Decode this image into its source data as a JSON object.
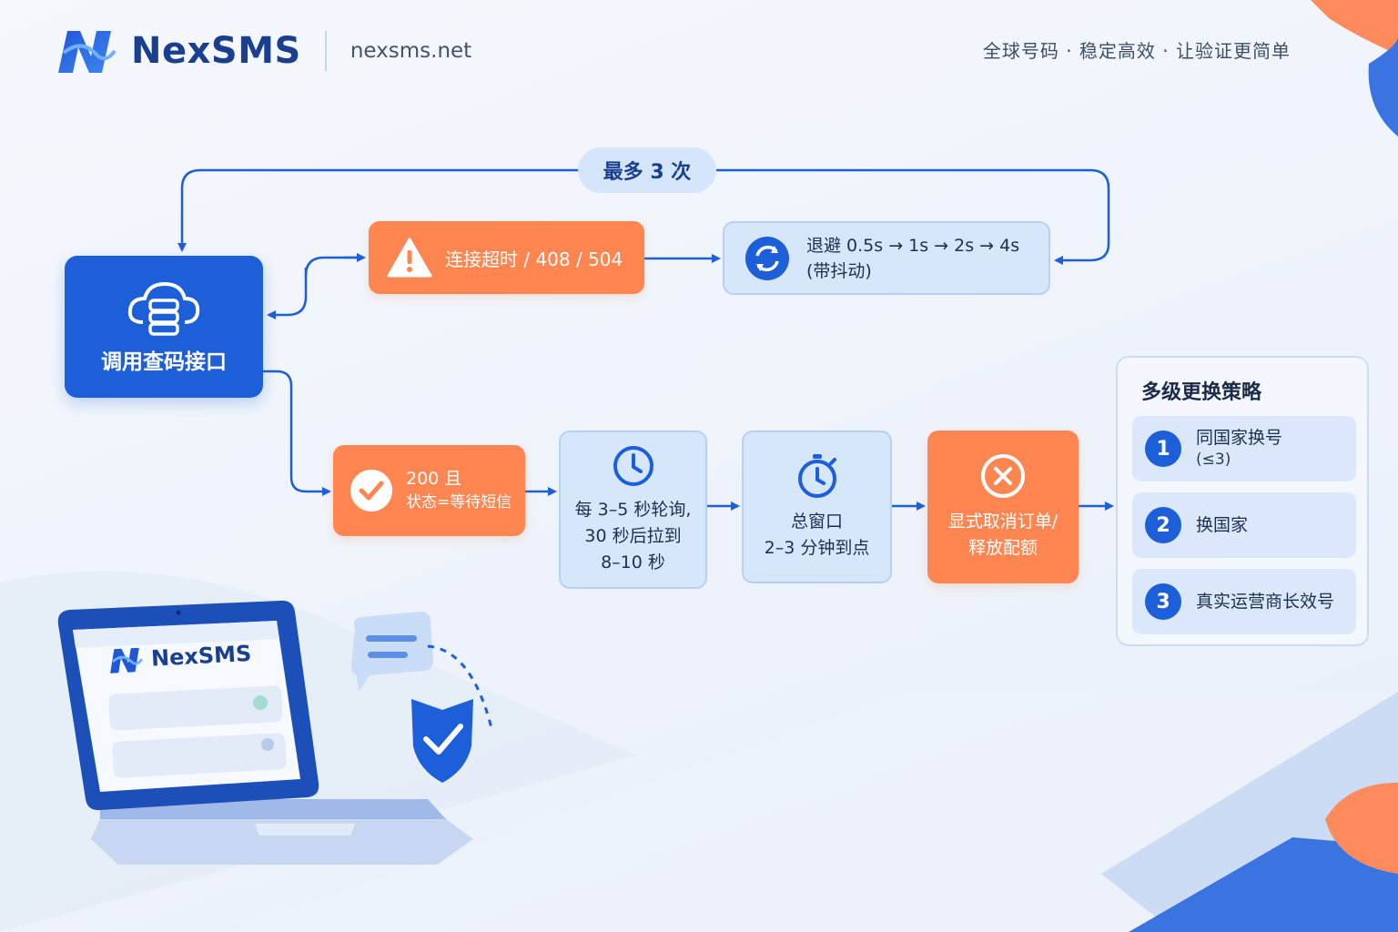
{
  "header": {
    "brand_name": "NexSMS",
    "domain": "nexsms.net",
    "slogan": "全球号码 · 稳定高效 · 让验证更简单"
  },
  "flow": {
    "retry_label": "最多 3 次",
    "api_node": "调用查码接口",
    "timeout_node": "连接超时 / 408 / 504",
    "backoff_line1": "退避 0.5s → 1s → 2s → 4s",
    "backoff_line2": "(带抖动)",
    "ok_line1": "200 且",
    "ok_line2": "状态=等待短信",
    "poll_line1": "每 3–5 秒轮询,",
    "poll_line2": "30 秒后拉到",
    "poll_line3": "8–10 秒",
    "window_line1": "总窗口",
    "window_line2": "2–3 分钟到点",
    "cancel_line1": "显式取消订单/",
    "cancel_line2": "释放配额"
  },
  "strategy": {
    "title": "多级更换策略",
    "items": [
      {
        "num": "1",
        "label": "同国家换号",
        "sub": "(≤3)"
      },
      {
        "num": "2",
        "label": "换国家",
        "sub": ""
      },
      {
        "num": "3",
        "label": "真实运营商长效号",
        "sub": ""
      }
    ]
  },
  "illustration": {
    "laptop_brand": "NexSMS"
  },
  "colors": {
    "primary_blue": "#1d5fd9",
    "orange": "#ff8551",
    "light_blue": "#d6e6fb",
    "brand_text": "#1b3f8f"
  }
}
